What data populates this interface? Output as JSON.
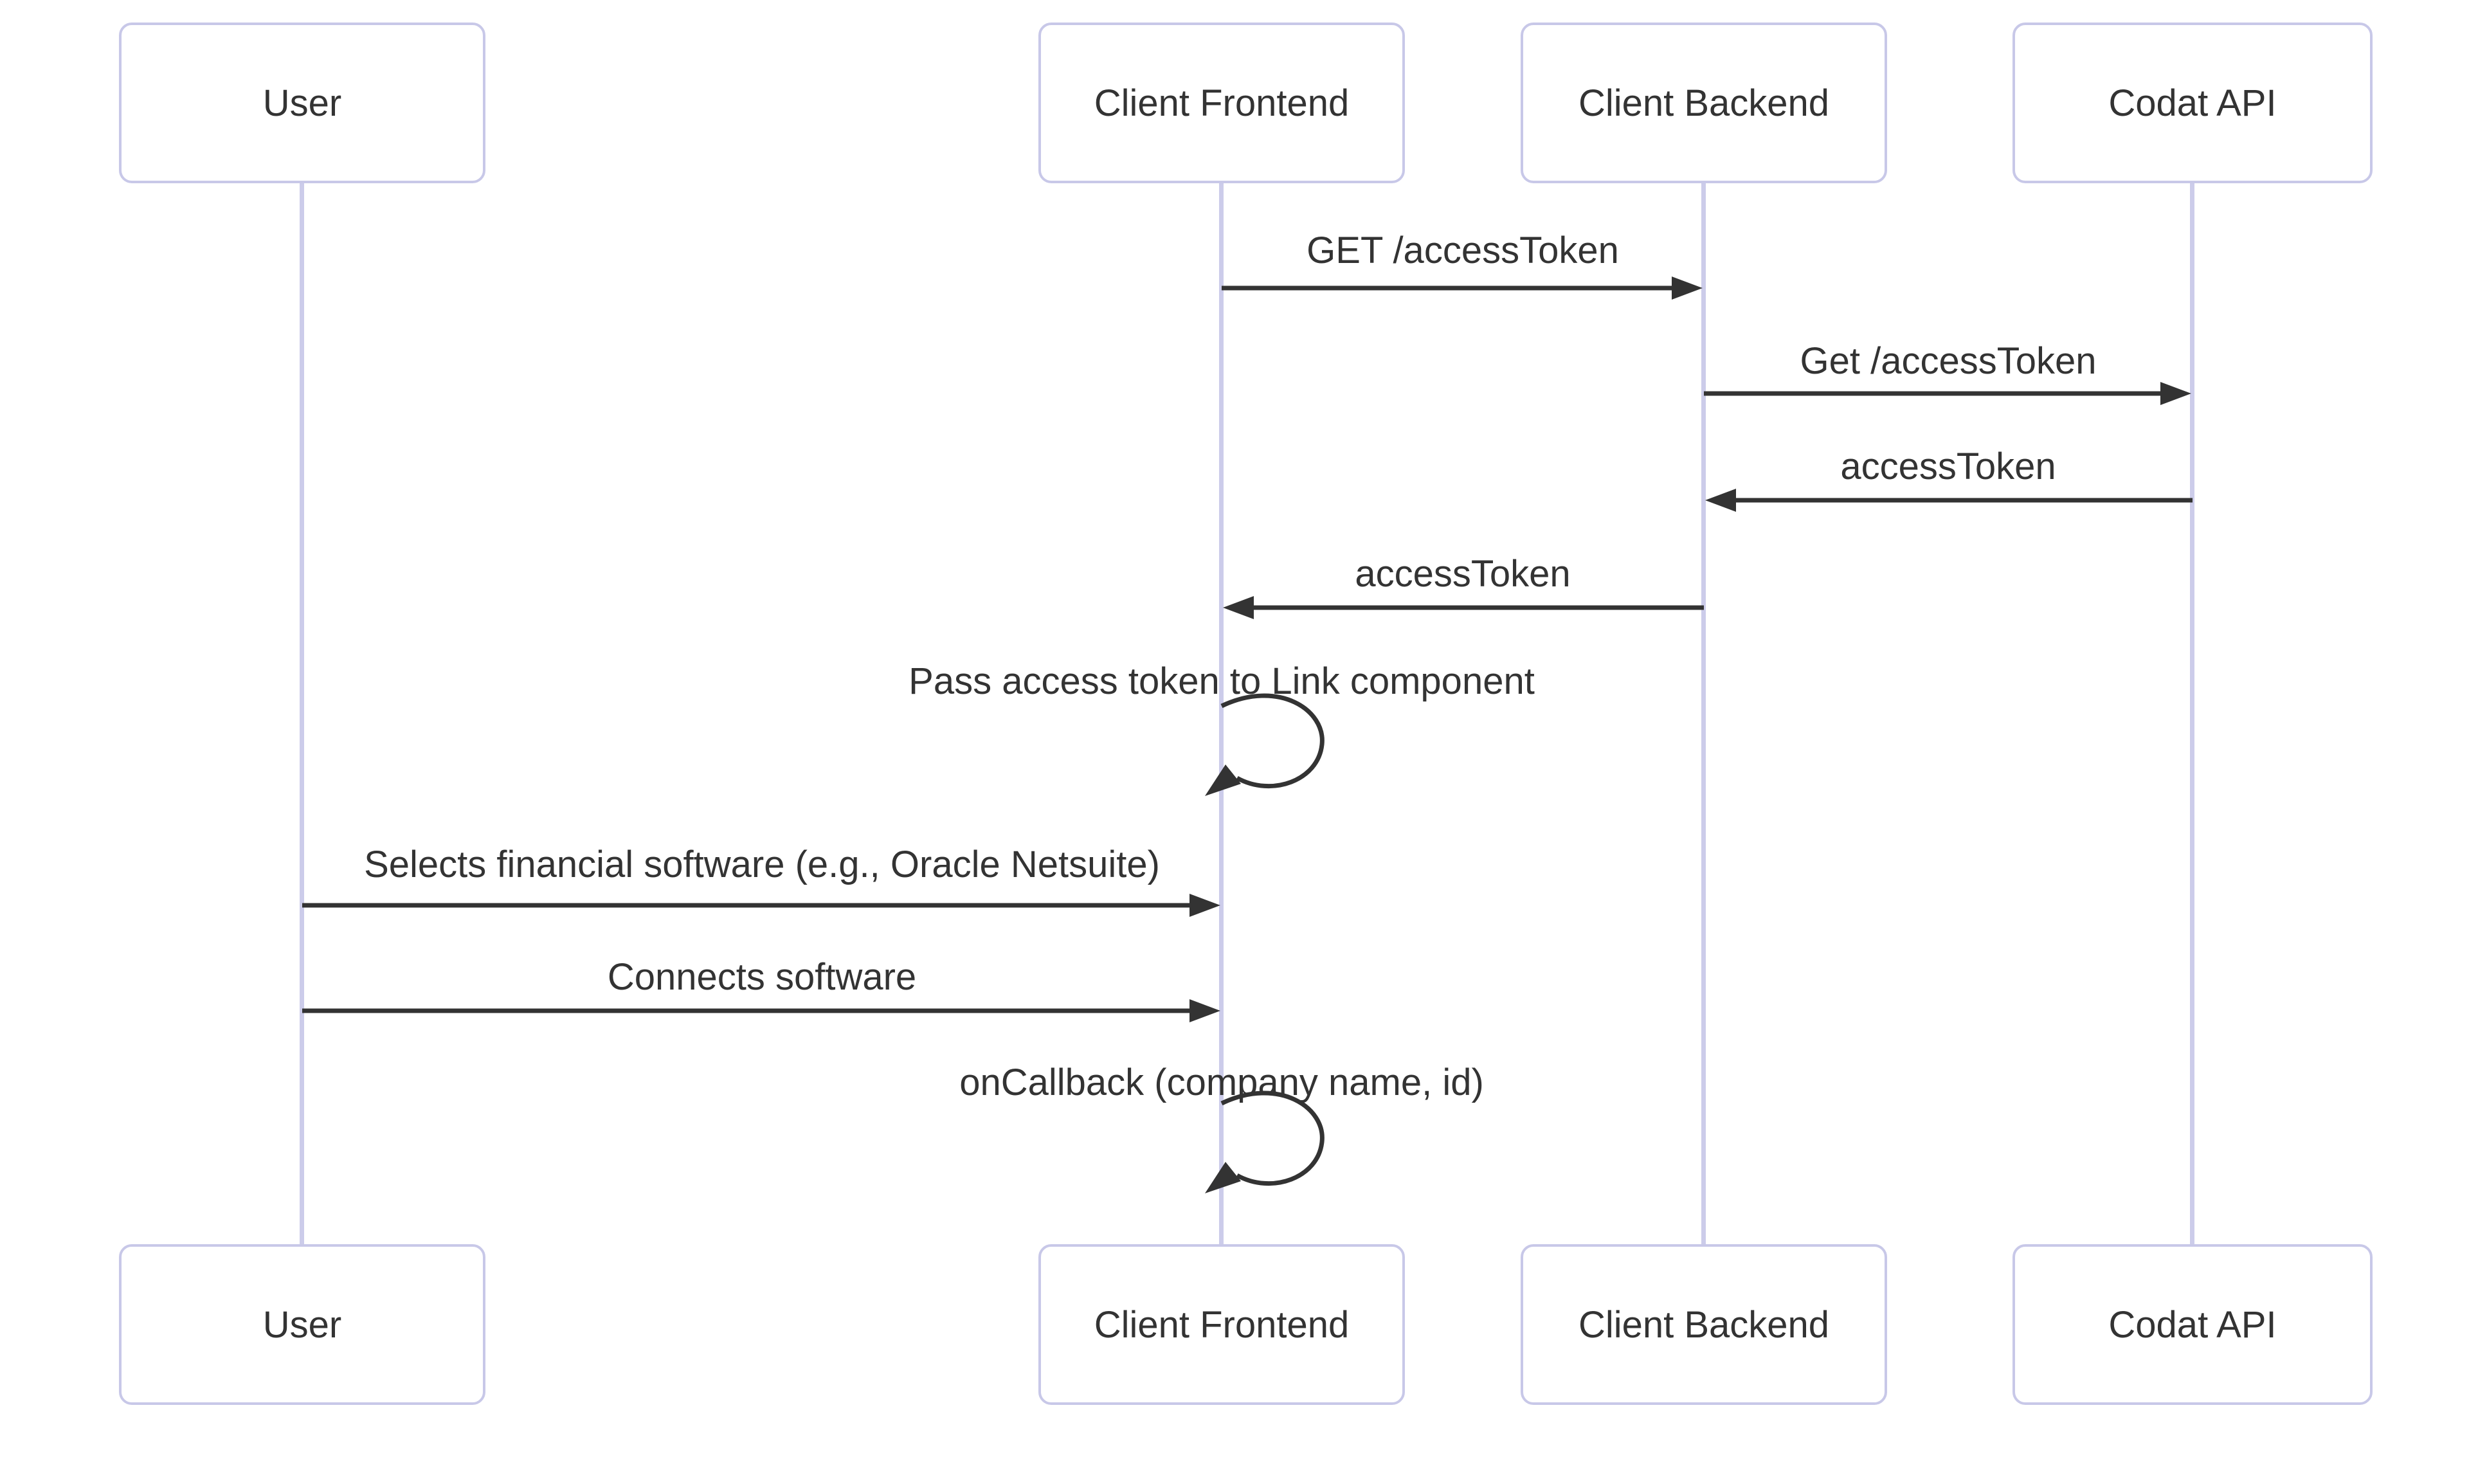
{
  "diagram": {
    "type": "sequence-diagram",
    "actors": [
      {
        "label": "User"
      },
      {
        "label": "Client Frontend"
      },
      {
        "label": "Client Backend"
      },
      {
        "label": "Codat API"
      }
    ],
    "messages": [
      {
        "from": "Client Frontend",
        "to": "Client Backend",
        "label": "GET /accessToken",
        "self": false
      },
      {
        "from": "Client Backend",
        "to": "Codat API",
        "label": "Get /accessToken",
        "self": false
      },
      {
        "from": "Codat API",
        "to": "Client Backend",
        "label": "accessToken",
        "self": false
      },
      {
        "from": "Client Backend",
        "to": "Client Frontend",
        "label": "accessToken",
        "self": false
      },
      {
        "from": "Client Frontend",
        "to": "Client Frontend",
        "label": "Pass access token to Link component",
        "self": true
      },
      {
        "from": "User",
        "to": "Client Frontend",
        "label": "Selects financial software (e.g., Oracle Netsuite)",
        "self": false
      },
      {
        "from": "User",
        "to": "Client Frontend",
        "label": "Connects software",
        "self": false
      },
      {
        "from": "Client Frontend",
        "to": "Client Frontend",
        "label": "onCallback (company name, id)",
        "self": true
      }
    ],
    "colors": {
      "background": "#ffffff",
      "text": "#333333",
      "message_line": "#333333",
      "actor_border": "#c8c8e8",
      "actor_fill": "#ffffff",
      "lifeline": "#ccccea"
    }
  }
}
